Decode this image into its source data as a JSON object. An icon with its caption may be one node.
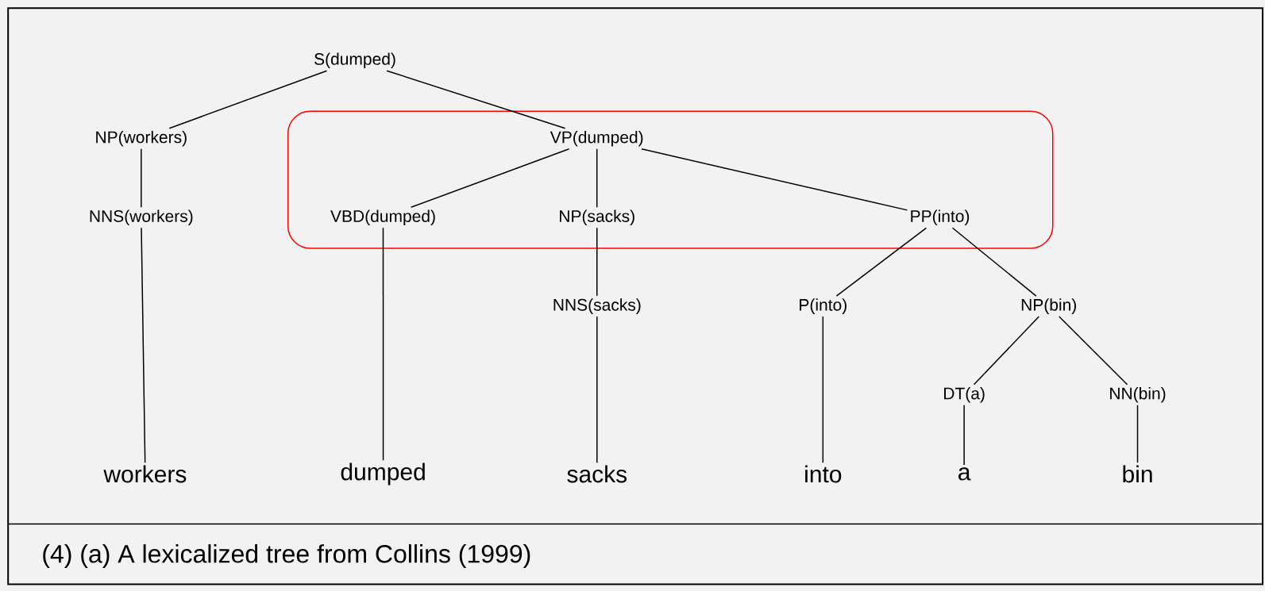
{
  "diagram": {
    "caption": "(4) (a) A lexicalized tree from Collins (1999)",
    "nodes": [
      {
        "text": [
          "S(dumped)"
        ]
      },
      {
        "text": [
          "NP(workers)"
        ]
      },
      {
        "text": [],
        "shape": "box"
      },
      {
        "text": [
          "VP(dumped)"
        ],
        "in": 2
      },
      {
        "text": [
          "NNS(workers)"
        ]
      },
      {
        "text": [
          "VBD(dumped)"
        ],
        "in": 2
      },
      {
        "text": [
          "NP(sacks)"
        ],
        "in": 2
      },
      {
        "text": [
          "PP(into)"
        ],
        "in": 2
      },
      {
        "text": [
          "NNS(sacks)"
        ]
      },
      {
        "text": [
          "P(into)"
        ]
      },
      {
        "text": [
          "NP(bin)"
        ]
      },
      {
        "text": [
          "DT(a)"
        ]
      },
      {
        "text": [
          "NN(bin)"
        ]
      },
      {
        "text": [
          "workers"
        ]
      },
      {
        "text": [
          "dumped"
        ]
      },
      {
        "text": [
          "sacks"
        ]
      },
      {
        "text": [
          "into"
        ]
      },
      {
        "text": [
          "a"
        ]
      },
      {
        "text": [
          "bin"
        ]
      }
    ],
    "edges": [
      {
        "from": 0,
        "to": 1,
        "arrow": "none"
      },
      {
        "from": 0,
        "to": 3,
        "arrow": "none"
      },
      {
        "from": 1,
        "to": 4,
        "arrow": "none"
      },
      {
        "from": 3,
        "to": 5,
        "arrow": "none"
      },
      {
        "from": 3,
        "to": 6,
        "arrow": "none"
      },
      {
        "from": 3,
        "to": 7,
        "arrow": "none"
      },
      {
        "from": 4,
        "to": 13,
        "arrow": "none"
      },
      {
        "from": 5,
        "to": 14,
        "arrow": "none"
      },
      {
        "from": 6,
        "to": 8,
        "arrow": "none"
      },
      {
        "from": 7,
        "to": 9,
        "arrow": "none"
      },
      {
        "from": 7,
        "to": 10,
        "arrow": "none"
      },
      {
        "from": 8,
        "to": 15,
        "arrow": "none"
      },
      {
        "from": 9,
        "to": 16,
        "arrow": "none"
      },
      {
        "from": 10,
        "to": 11,
        "arrow": "none"
      },
      {
        "from": 10,
        "to": 12,
        "arrow": "none"
      },
      {
        "from": 11,
        "to": 17,
        "arrow": "none"
      },
      {
        "from": 12,
        "to": 18,
        "arrow": "none"
      }
    ]
  }
}
